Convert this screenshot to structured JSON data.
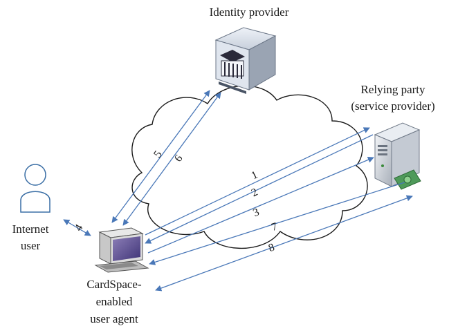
{
  "nodes": {
    "identity_provider": {
      "label": "Identity provider"
    },
    "relying_party": {
      "label_line1": "Relying party",
      "label_line2": "(service provider)"
    },
    "internet_user": {
      "label_line1": "Internet",
      "label_line2": "user"
    },
    "user_agent": {
      "label_line1": "CardSpace-",
      "label_line2": "enabled",
      "label_line3": "user agent"
    }
  },
  "edges": {
    "e1": "1",
    "e2": "2",
    "e3": "3",
    "e4": "4",
    "e5": "5",
    "e6": "6",
    "e7": "7",
    "e8": "8"
  },
  "colors": {
    "arrow": "#4a78b8",
    "cloud_stroke": "#1a1a1a",
    "user_icon": "#3a6ea5"
  }
}
